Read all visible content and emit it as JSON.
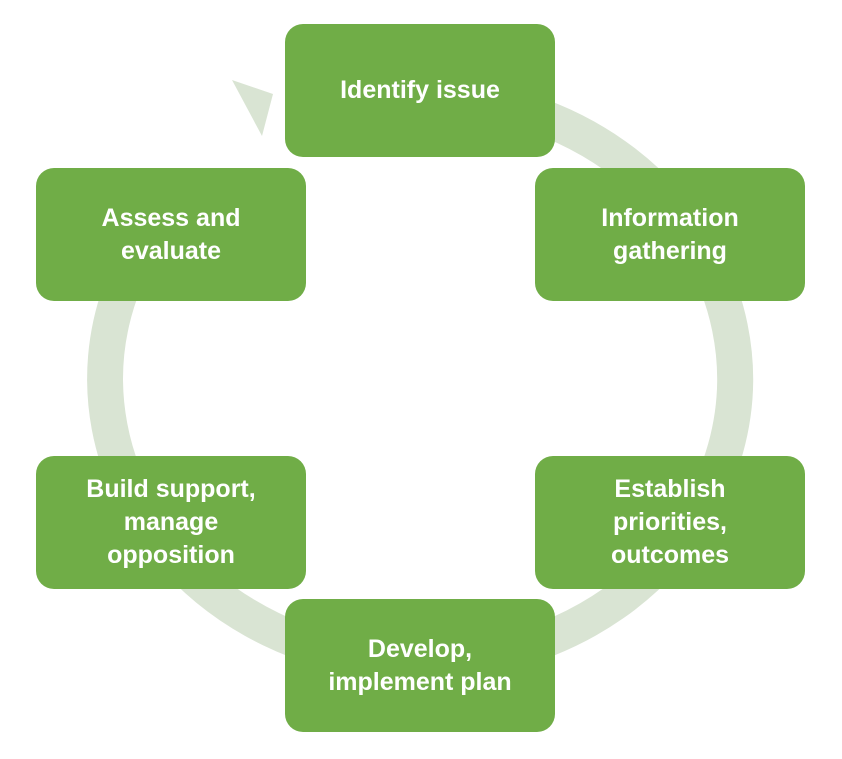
{
  "colors": {
    "box_fill": "#70ad47",
    "box_text": "#ffffff",
    "ring": "#d9e4d3"
  },
  "steps": [
    {
      "label": "Identify issue"
    },
    {
      "label": "Information\ngathering"
    },
    {
      "label": "Establish\npriorities,\noutcomes"
    },
    {
      "label": "Develop,\nimplement plan"
    },
    {
      "label": "Build support,\nmanage\nopposition"
    },
    {
      "label": "Assess and\nevaluate"
    }
  ]
}
